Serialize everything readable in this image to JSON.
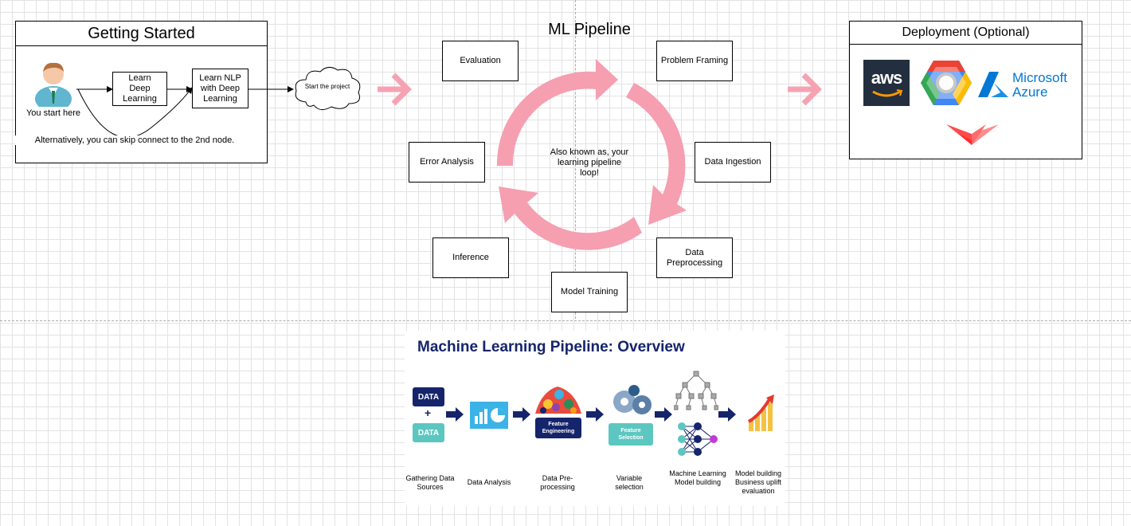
{
  "getting_started": {
    "title": "Getting Started",
    "person_label": "You start here",
    "step1": "Learn Deep Learning",
    "step2": "Learn NLP with Deep Learning",
    "cloud": "Start the project",
    "skip_note": "Alternatively, you can skip connect to the 2nd node."
  },
  "pipeline": {
    "title": "ML Pipeline",
    "center_note": "Also known as, your learning pipeline loop!",
    "stages": {
      "evaluation": "Evaluation",
      "problem_framing": "Problem Framing",
      "data_ingestion": "Data Ingestion",
      "data_preprocessing": "Data Preprocessing",
      "model_training": "Model Training",
      "inference": "Inference",
      "error_analysis": "Error Analysis"
    }
  },
  "deployment": {
    "title": "Deployment (Optional)",
    "logos": [
      "aws",
      "Google Cloud",
      "Microsoft Azure",
      "Streamlit"
    ]
  },
  "overview": {
    "title": "Machine Learning Pipeline: Overview",
    "data_chip": "DATA",
    "plus": "+",
    "feature_engineering": "Feature Engineering",
    "feature_selection": "Feature Selection",
    "steps": [
      "Gathering Data Sources",
      "Data Analysis",
      "Data Pre-processing",
      "Variable selection",
      "Machine Learning Model building",
      "Model building Business uplift evaluation"
    ]
  },
  "colors": {
    "arrow_pink": "#f5a3b3",
    "arrow_pink_dark": "#f18fa3",
    "overview_navy": "#15246b",
    "overview_teal": "#5cc7c0",
    "aws_bg": "#232f3e",
    "azure_blue": "#0078d4"
  }
}
